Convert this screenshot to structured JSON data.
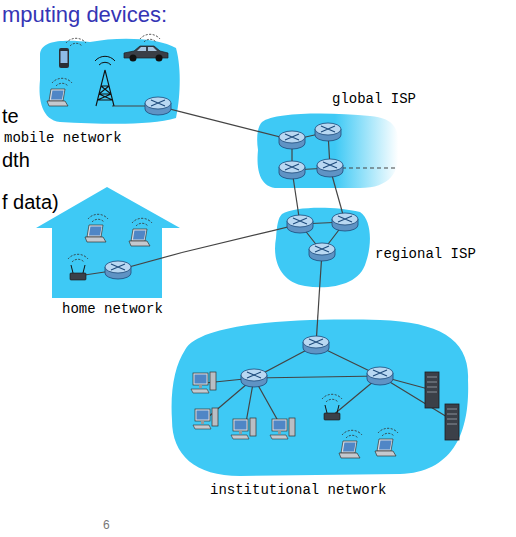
{
  "diagram": {
    "nodes": [
      {
        "text": [
          "mobile network"
        ]
      },
      {
        "text": [
          "global ISP"
        ]
      },
      {
        "text": [
          "home network"
        ]
      },
      {
        "text": [
          "regional ISP"
        ]
      },
      {
        "text": [
          "institutional network"
        ]
      }
    ],
    "edges": [
      {
        "from": 0,
        "to": 1,
        "arrow": "none"
      },
      {
        "from": 1,
        "to": 3,
        "arrow": "none"
      },
      {
        "from": 1,
        "to": 3,
        "arrow": "none"
      },
      {
        "from": 2,
        "to": 3,
        "arrow": "none"
      },
      {
        "from": 3,
        "to": 4,
        "arrow": "none"
      }
    ],
    "labels": [
      "mputing devices:",
      "te",
      "dth",
      "f data)",
      "6"
    ]
  }
}
